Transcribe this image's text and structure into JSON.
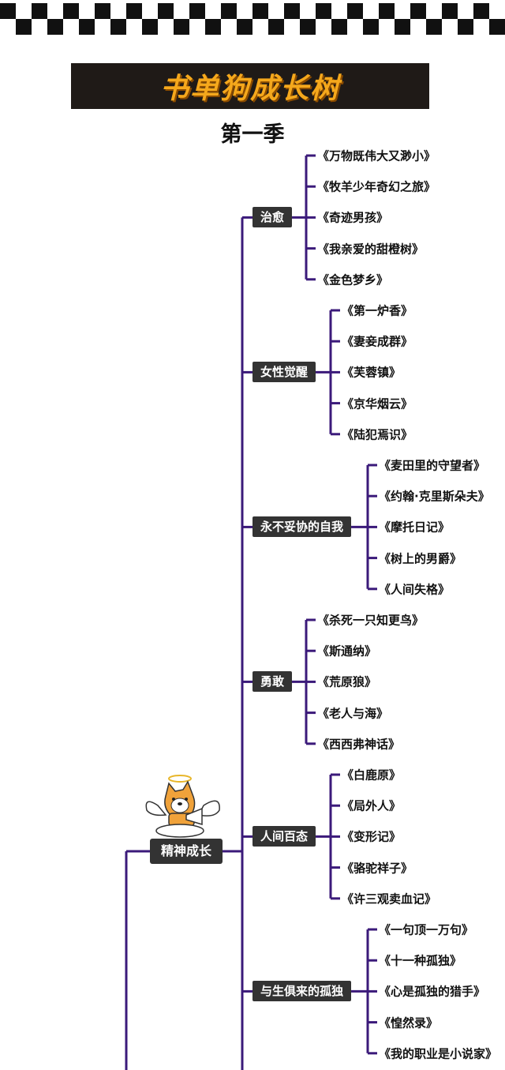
{
  "header": {
    "title": "书单狗成长树",
    "subtitle": "第一季"
  },
  "root": {
    "label": "精神成长"
  },
  "colors": {
    "line": "#3b1a7a",
    "label_bg": "#333333",
    "title_bg": "#1f1a17",
    "title_fg": "#f5a81c"
  },
  "mascot": {
    "icon": "winged-dog-angel-icon"
  },
  "categories": [
    {
      "label": "治愈",
      "books": [
        "《万物既伟大又渺小》",
        "《牧羊少年奇幻之旅》",
        "《奇迹男孩》",
        "《我亲爱的甜橙树》",
        "《金色梦乡》"
      ]
    },
    {
      "label": "女性觉醒",
      "books": [
        "《第一炉香》",
        "《妻妾成群》",
        "《芙蓉镇》",
        "《京华烟云》",
        "《陆犯焉识》"
      ]
    },
    {
      "label": "永不妥协的自我",
      "books": [
        "《麦田里的守望者》",
        "《约翰·克里斯朵夫》",
        "《摩托日记》",
        "《树上的男爵》",
        "《人间失格》"
      ]
    },
    {
      "label": "勇敢",
      "books": [
        "《杀死一只知更鸟》",
        "《斯通纳》",
        "《荒原狼》",
        "《老人与海》",
        "《西西弗神话》"
      ]
    },
    {
      "label": "人间百态",
      "books": [
        "《白鹿原》",
        "《局外人》",
        "《变形记》",
        "《骆驼祥子》",
        "《许三观卖血记》"
      ]
    },
    {
      "label": "与生俱来的孤独",
      "books": [
        "《一句顶一万句》",
        "《十一种孤独》",
        "《心是孤独的猎手》",
        "《惶然录》",
        "《我的职业是小说家》"
      ]
    }
  ]
}
